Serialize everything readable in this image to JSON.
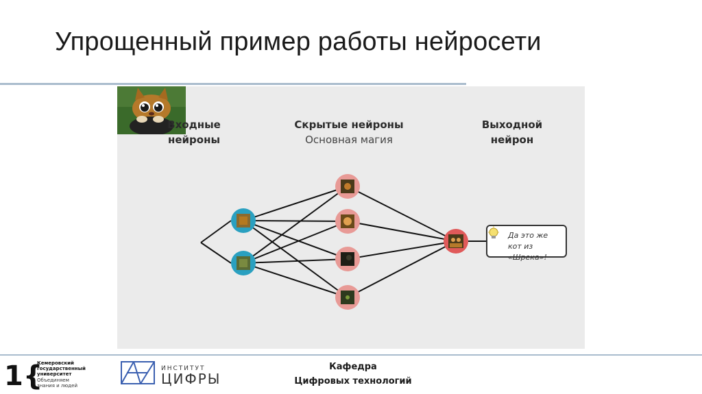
{
  "slide": {
    "title": "Упрощенный пример работы нейросети"
  },
  "diagram": {
    "input_heading_line1": "Входные",
    "input_heading_line2": "нейроны",
    "hidden_heading": "Скрытые нейроны",
    "hidden_subheading": "Основная магия",
    "output_heading_line1": "Выходной",
    "output_heading_line2": "нейрон",
    "speech_line1": "Да это же",
    "speech_line2": "кот из «Шрека»!",
    "colors": {
      "background": "#ebebeb",
      "input_neuron_outer": "#2aa0c0",
      "input_neuron_inner": "#8a6a2e",
      "hidden_neuron_outer": "#e89a96",
      "output_neuron_outer": "#e05a5a",
      "edge": "#111111"
    }
  },
  "footer": {
    "university_line1": "Кемеровский",
    "university_line2": "государственный",
    "university_line3": "университет",
    "university_line4": "Объединяем",
    "university_line5": "знания и людей",
    "institute_line1": "ИНСТИТУТ",
    "institute_line2": "ЦИФРЫ",
    "dept_line1": "Кафедра",
    "dept_line2": "Цифровых технологий"
  }
}
